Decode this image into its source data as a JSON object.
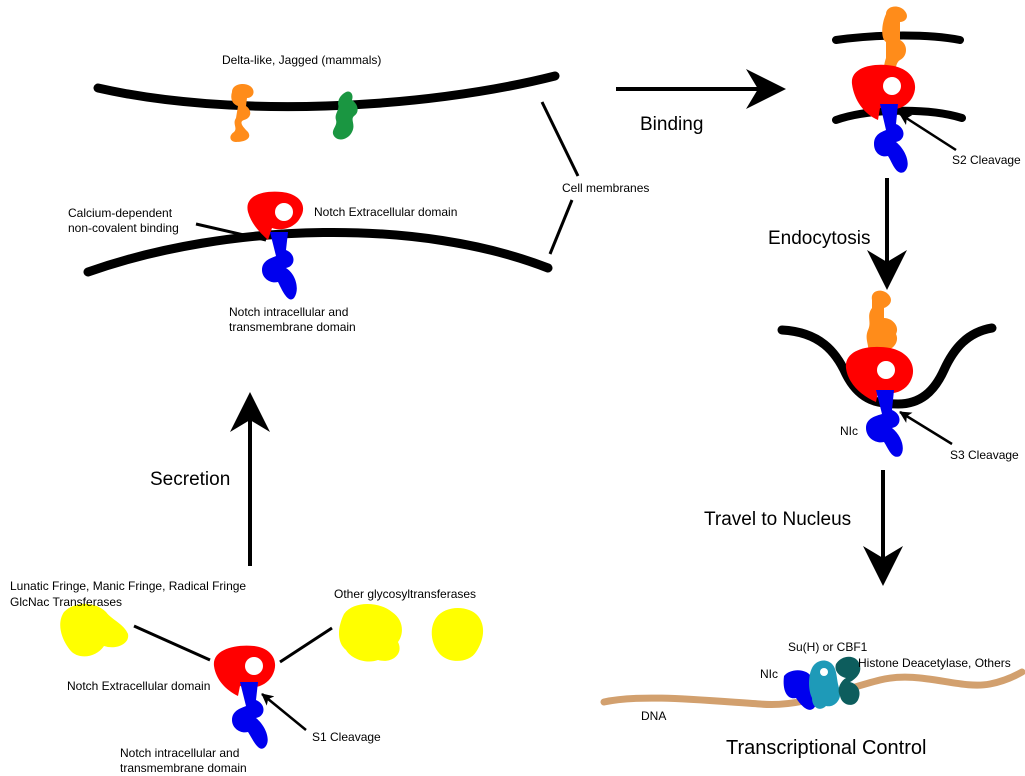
{
  "labels": {
    "ligands": "Delta-like, Jagged (mammals)",
    "binding": "Binding",
    "cell_membranes": "Cell membranes",
    "calcium_line1": "Calcium-dependent",
    "calcium_line2": "non-covalent binding",
    "notch_ecd_top": "Notch Extracellular domain",
    "notch_icd_top_line1": "Notch intracellular and",
    "notch_icd_top_line2": "transmembrane domain",
    "s2_cleavage": "S2 Cleavage",
    "endocytosis": "Endocytosis",
    "nic_mid": "NIc",
    "s3_cleavage": "S3 Cleavage",
    "travel_to_nucleus": "Travel to Nucleus",
    "secretion": "Secretion",
    "fringe_line1": "Lunatic Fringe, Manic Fringe, Radical Fringe",
    "fringe_line2": "GlcNac Transferases",
    "other_glyco": "Other glycosyltransferases",
    "notch_ecd_bottom": "Notch Extracellular domain",
    "s1_cleavage": "S1 Cleavage",
    "notch_icd_bottom_line1": "Notch intracellular and",
    "notch_icd_bottom_line2": "transmembrane domain",
    "suh_cbf1": "Su(H) or CBF1",
    "histone": "Histone Deacetylase, Others",
    "nic_bottom": "NIc",
    "dna": "DNA",
    "transcriptional_control": "Transcriptional Control"
  },
  "colors": {
    "membrane": "#000000",
    "notch_ecd": "#ff0000",
    "notch_icd": "#0000ee",
    "ligand_jagged": "#ff8c1a",
    "ligand_delta": "#1a9641",
    "glyco": "#ffff00",
    "dna": "#d2a06e",
    "csl": "#1e9ab8",
    "hdac": "#0d5d5d"
  }
}
